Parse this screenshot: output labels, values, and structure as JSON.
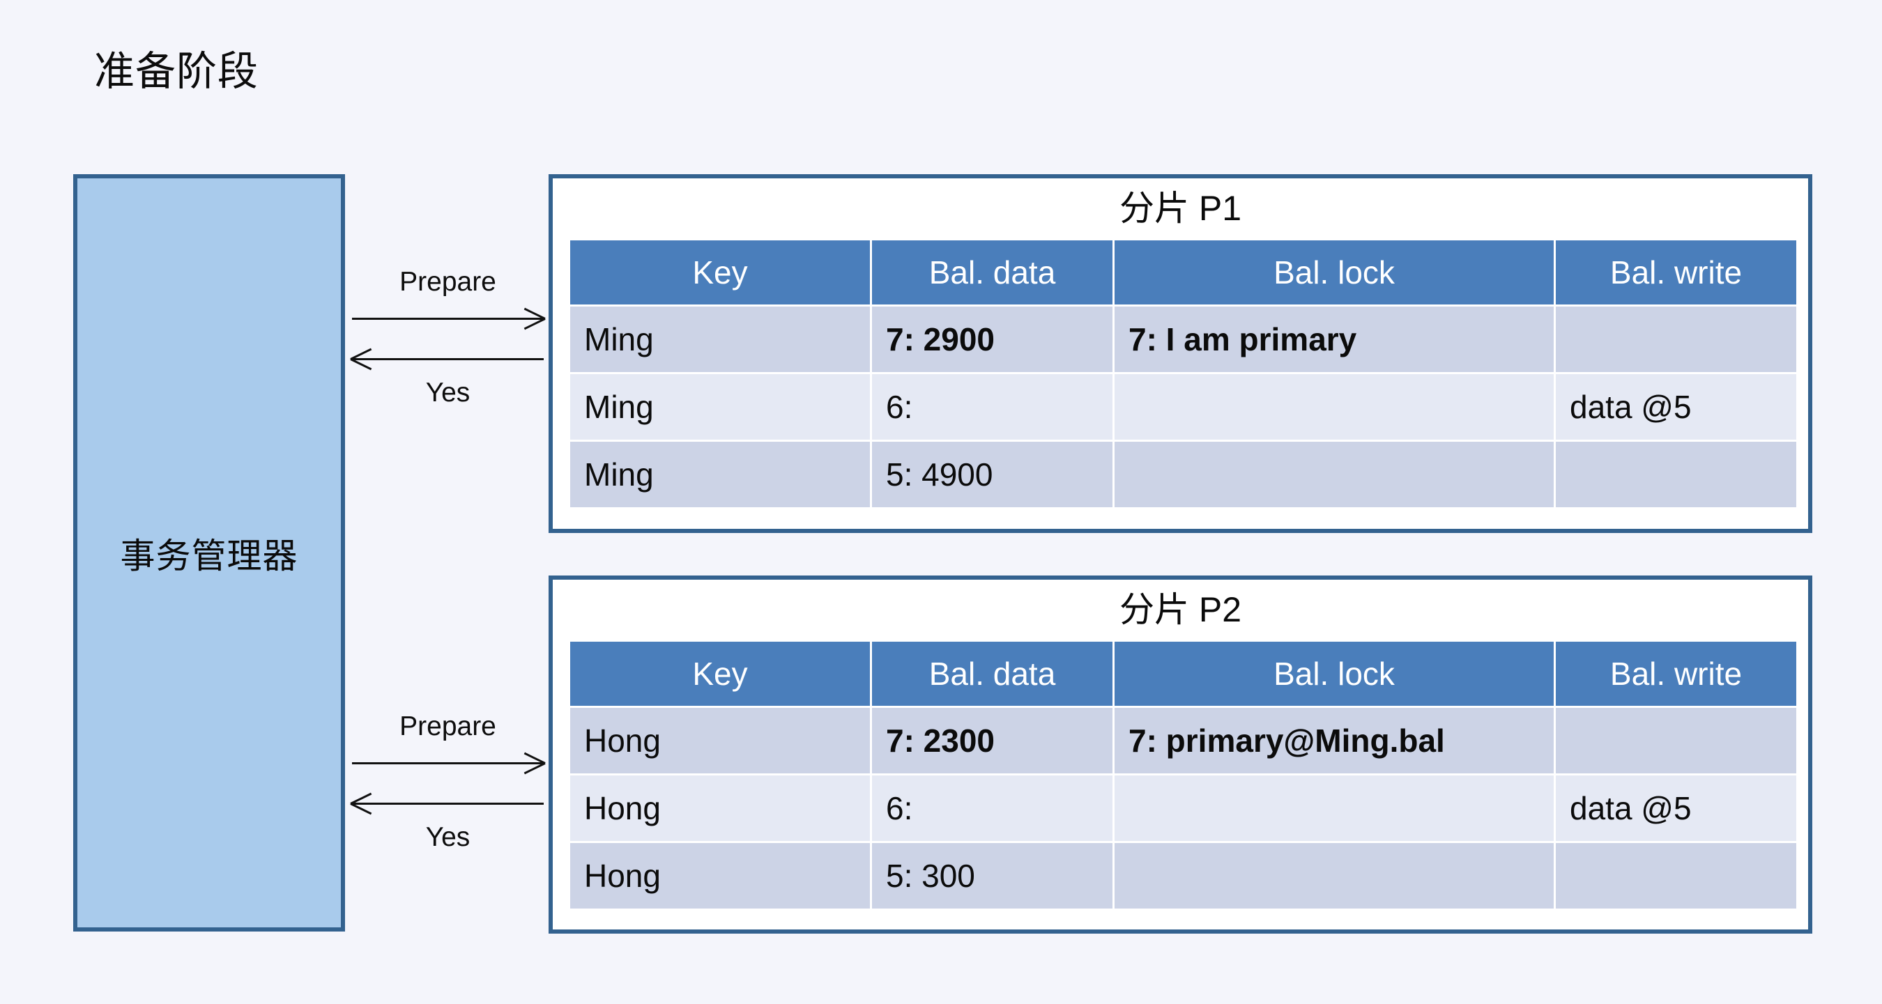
{
  "page": {
    "title": "准备阶段",
    "background_color": "#f4f5fb",
    "accent_border_color": "#33628f",
    "header_fill_color": "#4a7ebb",
    "tm_fill_color": "#a9cbec",
    "row_shade_color": "#ccd3e6",
    "row_light_color": "#e5e9f4"
  },
  "transaction_manager": {
    "label": "事务管理器"
  },
  "flows": [
    {
      "id": "flow-p1",
      "request_label": "Prepare",
      "response_label": "Yes"
    },
    {
      "id": "flow-p2",
      "request_label": "Prepare",
      "response_label": "Yes"
    }
  ],
  "shards": [
    {
      "title": "分片 P1",
      "columns": [
        "Key",
        "Bal. data",
        "Bal. lock",
        "Bal. write"
      ],
      "rows": [
        {
          "shade": "dark",
          "bold": true,
          "cells": [
            "Ming",
            "7: 2900",
            "7: I am primary",
            ""
          ]
        },
        {
          "shade": "light",
          "bold": false,
          "cells": [
            "Ming",
            "6:",
            "",
            "data @5"
          ]
        },
        {
          "shade": "dark",
          "bold": false,
          "cells": [
            "Ming",
            "5: 4900",
            "",
            ""
          ]
        }
      ]
    },
    {
      "title": "分片 P2",
      "columns": [
        "Key",
        "Bal. data",
        "Bal. lock",
        "Bal. write"
      ],
      "rows": [
        {
          "shade": "dark",
          "bold": true,
          "cells": [
            "Hong",
            "7: 2300",
            "7: primary@Ming.bal",
            ""
          ]
        },
        {
          "shade": "light",
          "bold": false,
          "cells": [
            "Hong",
            "6:",
            "",
            "data @5"
          ]
        },
        {
          "shade": "dark",
          "bold": false,
          "cells": [
            "Hong",
            "5: 300",
            "",
            ""
          ]
        }
      ]
    }
  ]
}
